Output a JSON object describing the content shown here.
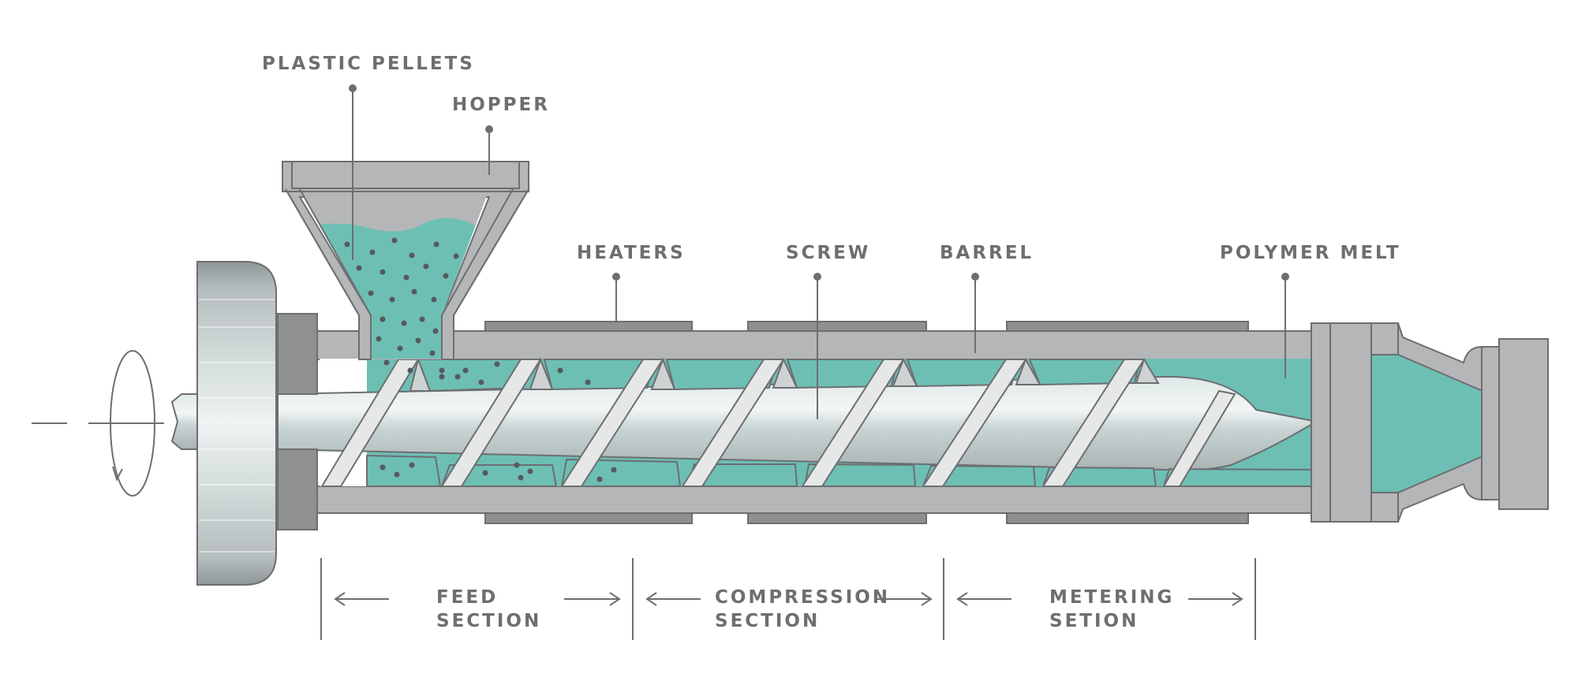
{
  "labels": {
    "plastic_pellets": "PLASTIC PELLETS",
    "hopper": "HOPPER",
    "heaters": "HEATERS",
    "screw": "SCREW",
    "barrel": "BARREL",
    "polymer_melt": "POLYMER MELT"
  },
  "sections": {
    "feed": {
      "line1": "FEED",
      "line2": "SECTION"
    },
    "compression": {
      "line1": "COMPRESSION",
      "line2": "SECTION"
    },
    "metering": {
      "line1": "METERING",
      "line2": "SETION"
    }
  },
  "colors": {
    "melt": "#6dbfb4",
    "steel": "#b5b6b8",
    "steel_dark": "#8f9092",
    "outline": "#6d6e70",
    "screw_light": "#e6eeee",
    "screw_mid": "#c7d3d3",
    "screw_dark": "#aeb8b8",
    "pellet": "#58595b",
    "text": "#6d6e70"
  }
}
